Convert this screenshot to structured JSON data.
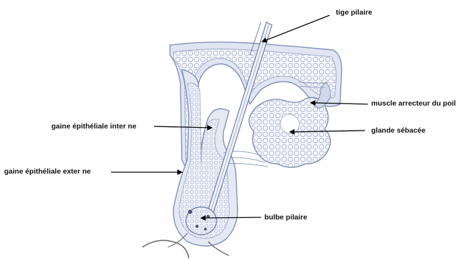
{
  "diagram": {
    "labels": {
      "tige_pilaire": "tige pilaire",
      "muscle_arrecteur": "muscle arrecteur du poil",
      "glande_sebacee": "glande sébacée",
      "gaine_interne": "gaine épithéliale inter ne",
      "gaine_externe": "gaine épithéliale exter ne",
      "bulbe_pilaire": "bulbe pilaire"
    },
    "colors": {
      "tissue_fill": "#dfe6f2",
      "tissue_edge": "#7f8fb5",
      "cell_fill": "#f4f6fb",
      "cell_edge": "#9aa6c4",
      "arrow": "#000000",
      "label_text": "#111111"
    }
  }
}
